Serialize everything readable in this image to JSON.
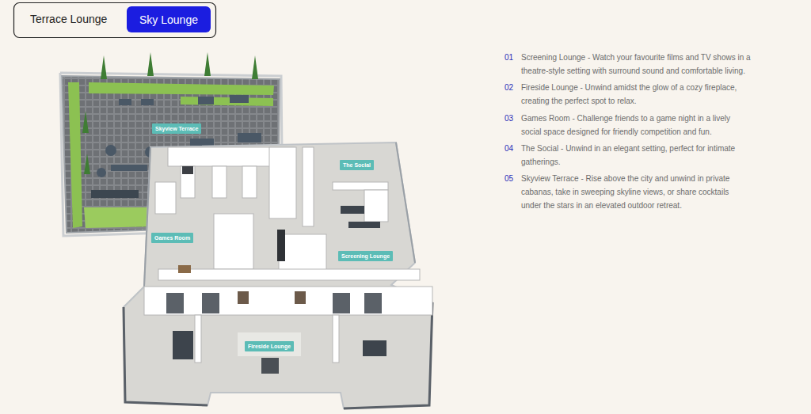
{
  "diagram": {
    "nodes": [
      {
        "text": [
          "Terrace Lounge"
        ]
      },
      {
        "text": [
          "Sky Lounge"
        ]
      },
      {
        "text": [
          "Skyview Terrace"
        ]
      },
      {
        "text": [
          "The Social"
        ]
      },
      {
        "text": [
          "Games Room"
        ]
      },
      {
        "text": [
          "Screening Lounge"
        ]
      },
      {
        "text": [
          "Fireside Lounge"
        ]
      }
    ],
    "labels": [
      "01",
      "Screening Lounge - Watch your favourite films and TV shows in a theatre-style setting with surround sound and comfortable living.",
      "02",
      "Fireside Lounge - Unwind amidst the glow of a cozy fireplace, creating the perfect spot to relax.",
      "03",
      "Games Room - Challenge friends to a game night in a lively social space designed for friendly competition and fun.",
      "04",
      "The Social - Unwind in an elegant setting, perfect for intimate gatherings.",
      "05",
      "Skyview Terrace - Rise above the city and unwind in private cabanas, take in sweeping skyline views, or share cocktails under the stars in an elevated outdoor retreat."
    ]
  }
}
